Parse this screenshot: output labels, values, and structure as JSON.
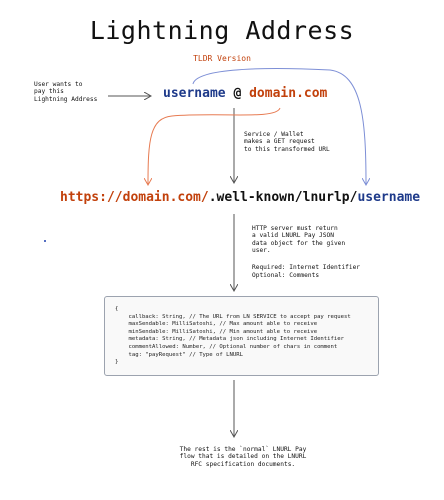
{
  "title": "Lightning Address",
  "subtitle": "TLDR Version",
  "intro_note": "User wants to\npay this\nLightning Address",
  "address": {
    "username": "username",
    "at": "@",
    "domain": "domain.com"
  },
  "service_note": "Service / Wallet\nmakes a GET request\nto this transformed URL",
  "url": {
    "prefix": "https://domain.com/",
    "path": ".well-known/lnurlp/",
    "username": "username"
  },
  "server_note": "HTTP server must return\na valid LNURL Pay JSON\ndata object for the given\nuser.",
  "required_note": "Required: Internet Identifier",
  "optional_note": "Optional: Comments",
  "code_lines": [
    "{",
    "    callback: String, // The URL from LN SERVICE to accept pay request",
    "    maxSendable: MilliSatoshi, // Max amount able to receive",
    "    minSendable: MilliSatoshi, // Min amount able to receive",
    "    metadata: String, // Metadata json including Internet Identifier",
    "    commentAllowed: Number, // Optional number of chars in comment",
    "    tag: \"payRequest\" // Type of LNURL",
    "}"
  ],
  "footer_note": "The rest is the `normal` LNURL Pay\nflow that is detailed on the LNURL\nRFC specification documents.",
  "colors": {
    "blue": "#1e3a8a",
    "orange": "#c2410c",
    "arrow_gray": "#555555",
    "arrow_blue": "#7d8fd6",
    "arrow_orange": "#e77b52"
  }
}
